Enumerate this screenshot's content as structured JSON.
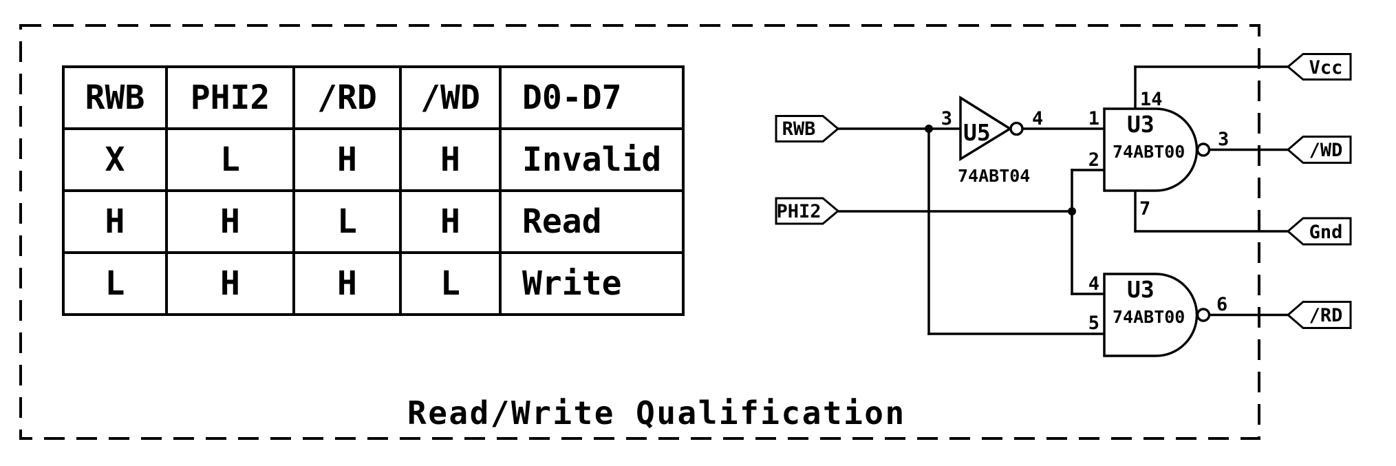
{
  "sheet": {
    "title": "Read/Write Qualification"
  },
  "truth_table": {
    "headers": [
      "RWB",
      "PHI2",
      "/RD",
      "/WD",
      "D0-D7"
    ],
    "rows": [
      [
        "X",
        "L",
        "H",
        "H",
        "Invalid"
      ],
      [
        "H",
        "H",
        "L",
        "H",
        "Read"
      ],
      [
        "L",
        "H",
        "H",
        "L",
        "Write"
      ]
    ]
  },
  "ports": {
    "inputs": [
      {
        "label": "RWB"
      },
      {
        "label": "PHI2"
      }
    ],
    "outputs": [
      {
        "label": "Vcc"
      },
      {
        "label": "/WD"
      },
      {
        "label": "Gnd"
      },
      {
        "label": "/RD"
      }
    ]
  },
  "components": {
    "inverter": {
      "ref": "U5",
      "part": "74ABT04",
      "pins": {
        "input": "3",
        "output": "4"
      }
    },
    "nand_top": {
      "ref": "U3",
      "part": "74ABT00",
      "pins": {
        "in_a": "1",
        "in_b": "2",
        "out": "3",
        "power": "14",
        "ground": "7"
      }
    },
    "nand_bottom": {
      "ref": "U3",
      "part": "74ABT00",
      "pins": {
        "in_a": "4",
        "in_b": "5",
        "out": "6"
      }
    }
  },
  "colors": {
    "ink": "#000000",
    "paper": "#ffffff"
  }
}
